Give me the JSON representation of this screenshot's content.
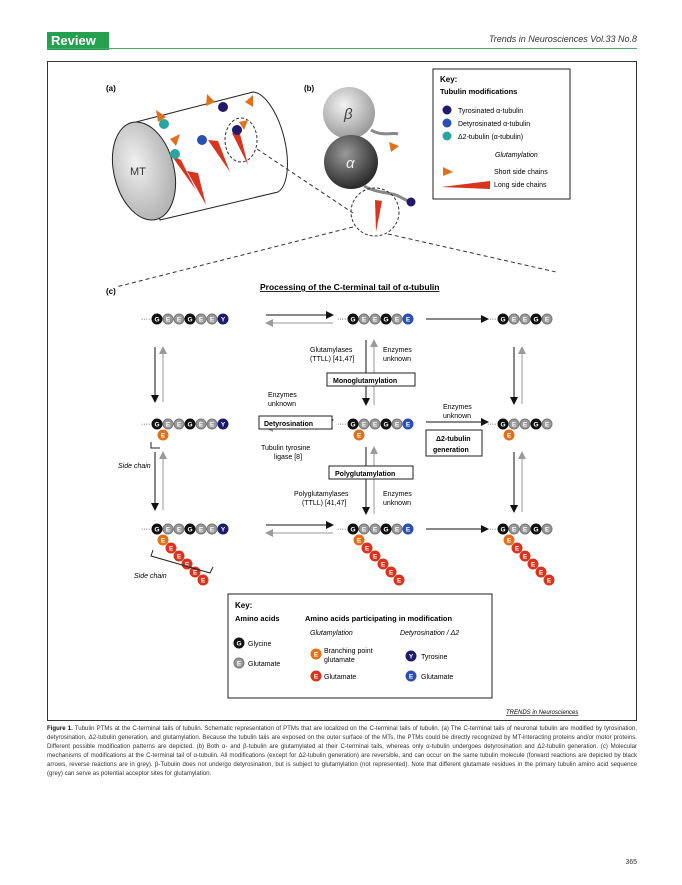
{
  "header": {
    "section": "Review",
    "journal": "Trends in Neurosciences   Vol.33 No.8"
  },
  "figure": {
    "panel_a": "(a)",
    "panel_b": "(b)",
    "panel_c": "(c)",
    "mt_label": "MT",
    "beta": "β",
    "alpha": "α",
    "key1": {
      "title": "Key:",
      "subtitle": "Tubulin modifications",
      "tyr": "Tyrosinated α-tubulin",
      "detyr": "Detyrosinated α-tubulin",
      "d2": "Δ2-tubulin (α-tubulin)",
      "glu_heading": "Glutamylation",
      "short": "Short side chains",
      "long": "Long side chains"
    },
    "processing_title": "Processing of the C-terminal tail of α-tubulin",
    "labels": {
      "glutamylases": "Glutamylases",
      "ttll_a": "(TTLL) [41,47]",
      "enzymes_unknown_1": "Enzymes",
      "unknown_1": "unknown",
      "monoglu": "Monoglutamylation",
      "enzymes_unknown_2": "Enzymes",
      "unknown_2": "unknown",
      "detyrosination": "Detyrosination",
      "enzymes_unknown_3": "Enzymes",
      "unknown_3": "unknown",
      "d2gen_1": "Δ2-tubulin",
      "d2gen_2": "generation",
      "ttl_1": "Tubulin tyrosine",
      "ttl_2": "ligase [8]",
      "polyglu": "Polyglutamylation",
      "polyglutamylases": "Polyglutamylases",
      "ttll_b": "(TTLL) [41,47]",
      "enzymes_unknown_4": "Enzymes",
      "unknown_4": "unknown",
      "side_chain_1": "Side chain",
      "side_chain_2": "Side chain"
    },
    "key2": {
      "title": "Key:",
      "amino_acids": "Amino acids",
      "participating": "Amino acids participating in modification",
      "glutamylation": "Glutamylation",
      "detyr_d2": "Detyrosination / Δ2",
      "glycine": "Glycine",
      "glutamate": "Glutamate",
      "branching_1": "Branching point",
      "branching_2": "glutamate",
      "glu_mod": "Glutamate",
      "tyrosine": "Tyrosine",
      "glutamate_blue": "Glutamate"
    },
    "credit": "TRENDS in Neurosciences",
    "letters": {
      "G": "G",
      "E": "E",
      "Y": "Y"
    }
  },
  "caption": {
    "label": "Figure 1.",
    "text": "Tubulin PTMs at the C-terminal tails of tubulin. Schematic representation of PTMs that are localized on the C-terminal tails of tubulin. (a) The C-terminal tails of neuronal tubulin are modified by tyrosination, detyrosination, Δ2-tubulin generation, and glutamylation. Because the tubulin tails are exposed on the outer surface of the MTs, the PTMs could be directly recognized by MT-interacting proteins and/or motor proteins. Different possible modification patterns are depicted. (b) Both α- and β-tubulin are glutamylated at their C-terminal tails, whereas only α-tubulin undergoes detyrosination and Δ2-tubulin generation. (c) Molecular mechanisms of modifications at the C-terminal tail of α-tubulin. All modifications (except for Δ2-tubulin generation) are reversible, and can occur on the same tubulin molecule (forward reactions are depicted by black arrows, reverse reactions are in grey). β-Tubulin does not undergo detyrosination, but is subject to glutamylation (not represented). Note that different glutamate residues in the primary tubulin amino acid sequence (grey) can serve as potential acceptor sites for glutamylation."
  },
  "page_number": "365",
  "colors": {
    "green": "#25a04f",
    "tyr": "#1f1a6e",
    "detyr": "#2a4fb5",
    "d2": "#2aa6a0",
    "orange": "#e0701a",
    "red": "#d9341e",
    "grey": "#8a8a8a"
  }
}
